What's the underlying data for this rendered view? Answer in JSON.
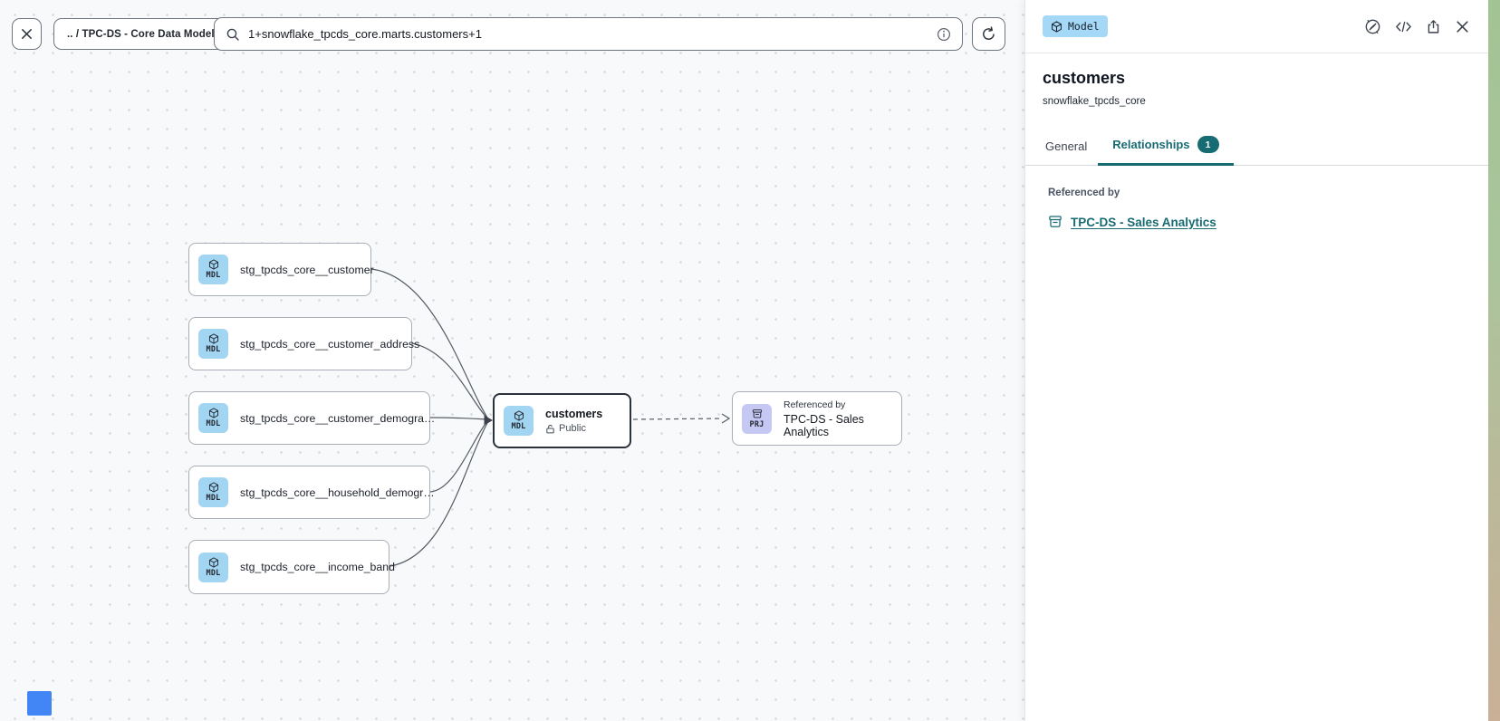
{
  "colors": {
    "accent_teal": "#176b73",
    "model_badge_bg": "#a2d5f2",
    "project_badge_bg": "#c6c8f4",
    "selection_blue": "#4286f5"
  },
  "toolbar": {
    "breadcrumb": ".. / TPC-DS - Core Data Models",
    "search_value": "1+snowflake_tpcds_core.marts.customers+1"
  },
  "panel": {
    "type_badge": "Model",
    "title": "customers",
    "subtitle": "snowflake_tpcds_core",
    "tabs": {
      "general": "General",
      "relationships": "Relationships",
      "relationships_count": "1"
    },
    "referenced_by_label": "Referenced by",
    "referenced_by_link": "TPC-DS - Sales Analytics"
  },
  "graph": {
    "nodes": [
      {
        "badge": "MDL",
        "label": "stg_tpcds_core__customer"
      },
      {
        "badge": "MDL",
        "label": "stg_tpcds_core__customer_address"
      },
      {
        "badge": "MDL",
        "label": "stg_tpcds_core__customer_demogra…"
      },
      {
        "badge": "MDL",
        "label": "stg_tpcds_core__household_demogr…"
      },
      {
        "badge": "MDL",
        "label": "stg_tpcds_core__income_band"
      }
    ],
    "focus_node": {
      "badge": "MDL",
      "label": "customers",
      "visibility": "Public"
    },
    "referenced_node": {
      "badge": "PRJ",
      "kicker": "Referenced by",
      "label": "TPC-DS - Sales Analytics"
    }
  }
}
